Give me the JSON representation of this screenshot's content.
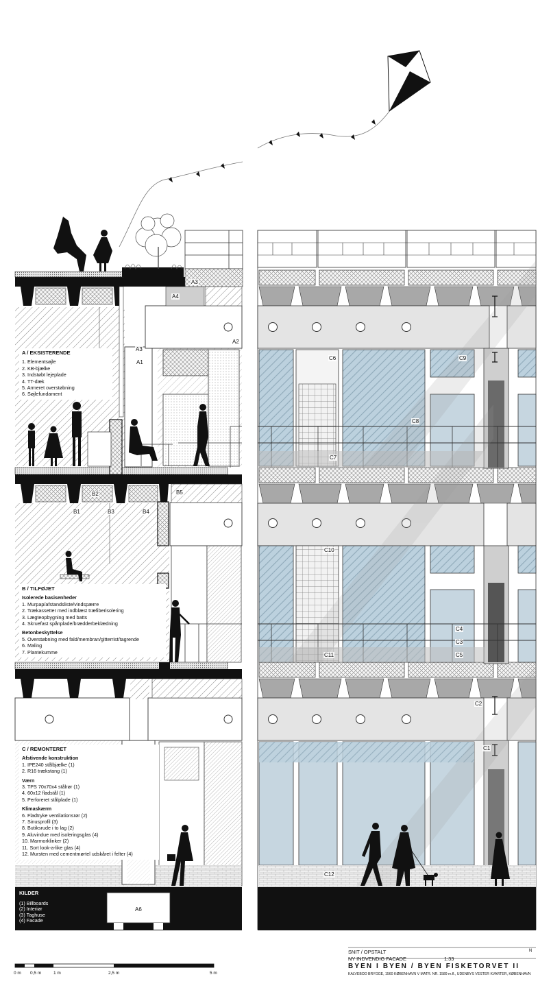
{
  "section_a": {
    "title": "A / EKSISTERENDE",
    "items": [
      "1. Elementsøjle",
      "2. KB-bjælke",
      "3. Indstøbt lejeplade",
      "4. TT-dæk",
      "5. Armeret overstøbning",
      "6. Søjlefundament"
    ]
  },
  "section_b": {
    "title": "B / TILFØJET",
    "groups": [
      {
        "heading": "Isolerede basisenheder",
        "items": [
          "1. Murpap/afstandsliste/vindspærre",
          "2. Trækassetter med indblæst træfiberisolering",
          "3. Lægteopbygning med batts",
          "4. Skruefast spånplade/brædderbeklædning"
        ]
      },
      {
        "heading": "Betonbeskyttelse",
        "items": [
          "5. Overstøbning med fald/membran/gitterrist/tagrende",
          "6. Maling",
          "7. Plantekumme"
        ]
      }
    ]
  },
  "section_c": {
    "title": "C / REMONTERET",
    "groups": [
      {
        "heading": "Afstivende konstruktion",
        "items": [
          "1. IPE240 stålbjælke (1)",
          "2. R16 trækstang (1)"
        ]
      },
      {
        "heading": "Værn",
        "items": [
          "3. TPS 70x70x4 stålrør (1)",
          "4. 60x12 fladstål (1)",
          "5. Perforeret stålplade (1)"
        ]
      },
      {
        "heading": "Klimaskærm",
        "items": [
          "6. Fladtryke ventilationsrør (2)",
          "7. Sinusprofil (3)",
          "8. Butiksrude i to lag (2)",
          "9. Aluvindue med isoleringsglas (4)",
          "10. Marmorklinker (2)",
          "11. Sort look-a-like glas (4)",
          "12. Mursten med cementmørtel udskåret i felter (4)"
        ]
      }
    ]
  },
  "kilder": {
    "title": "KILDER",
    "items": [
      "(1) Billboards",
      "(2) Interiør",
      "(3) Taghuse",
      "(4) Facade"
    ]
  },
  "tags": {
    "A1": "A1",
    "A2": "A2",
    "A3a": "A3",
    "A3b": "A3",
    "A4": "A4",
    "A6": "A6",
    "B1": "B1",
    "B2": "B2",
    "B3": "B3",
    "B4": "B4",
    "B5": "B5",
    "C1": "C1",
    "C2": "C2",
    "C3": "C3",
    "C4": "C4",
    "C5": "C5",
    "C6": "C6",
    "C7": "C7",
    "C8": "C8",
    "C9": "C9",
    "C10": "C10",
    "C11": "C11",
    "C12": "C12"
  },
  "scale_bar": {
    "labels": [
      "0 m",
      "0,5 m",
      "1 m",
      "2,5 m",
      "5 m"
    ]
  },
  "title_block": {
    "type": "SNIT / OPSTALT",
    "subtitle": "NY INDVENDIG FACADE",
    "scale": "1:33",
    "north": "N",
    "project": "BYEN I BYEN  /  BYEN FISKETORVET II",
    "address": "KALVEBOD BRYGGE, 1560 KØBENHAVN V MATR. NR. 1589 m.fl., UDENBYS VESTER KVARTER, KØBENHAVN"
  },
  "colors": {
    "glass": "#b9cfdc",
    "concrete": "#d6d6d6",
    "dark": "#111111",
    "hatch": "#7c7c7c"
  }
}
